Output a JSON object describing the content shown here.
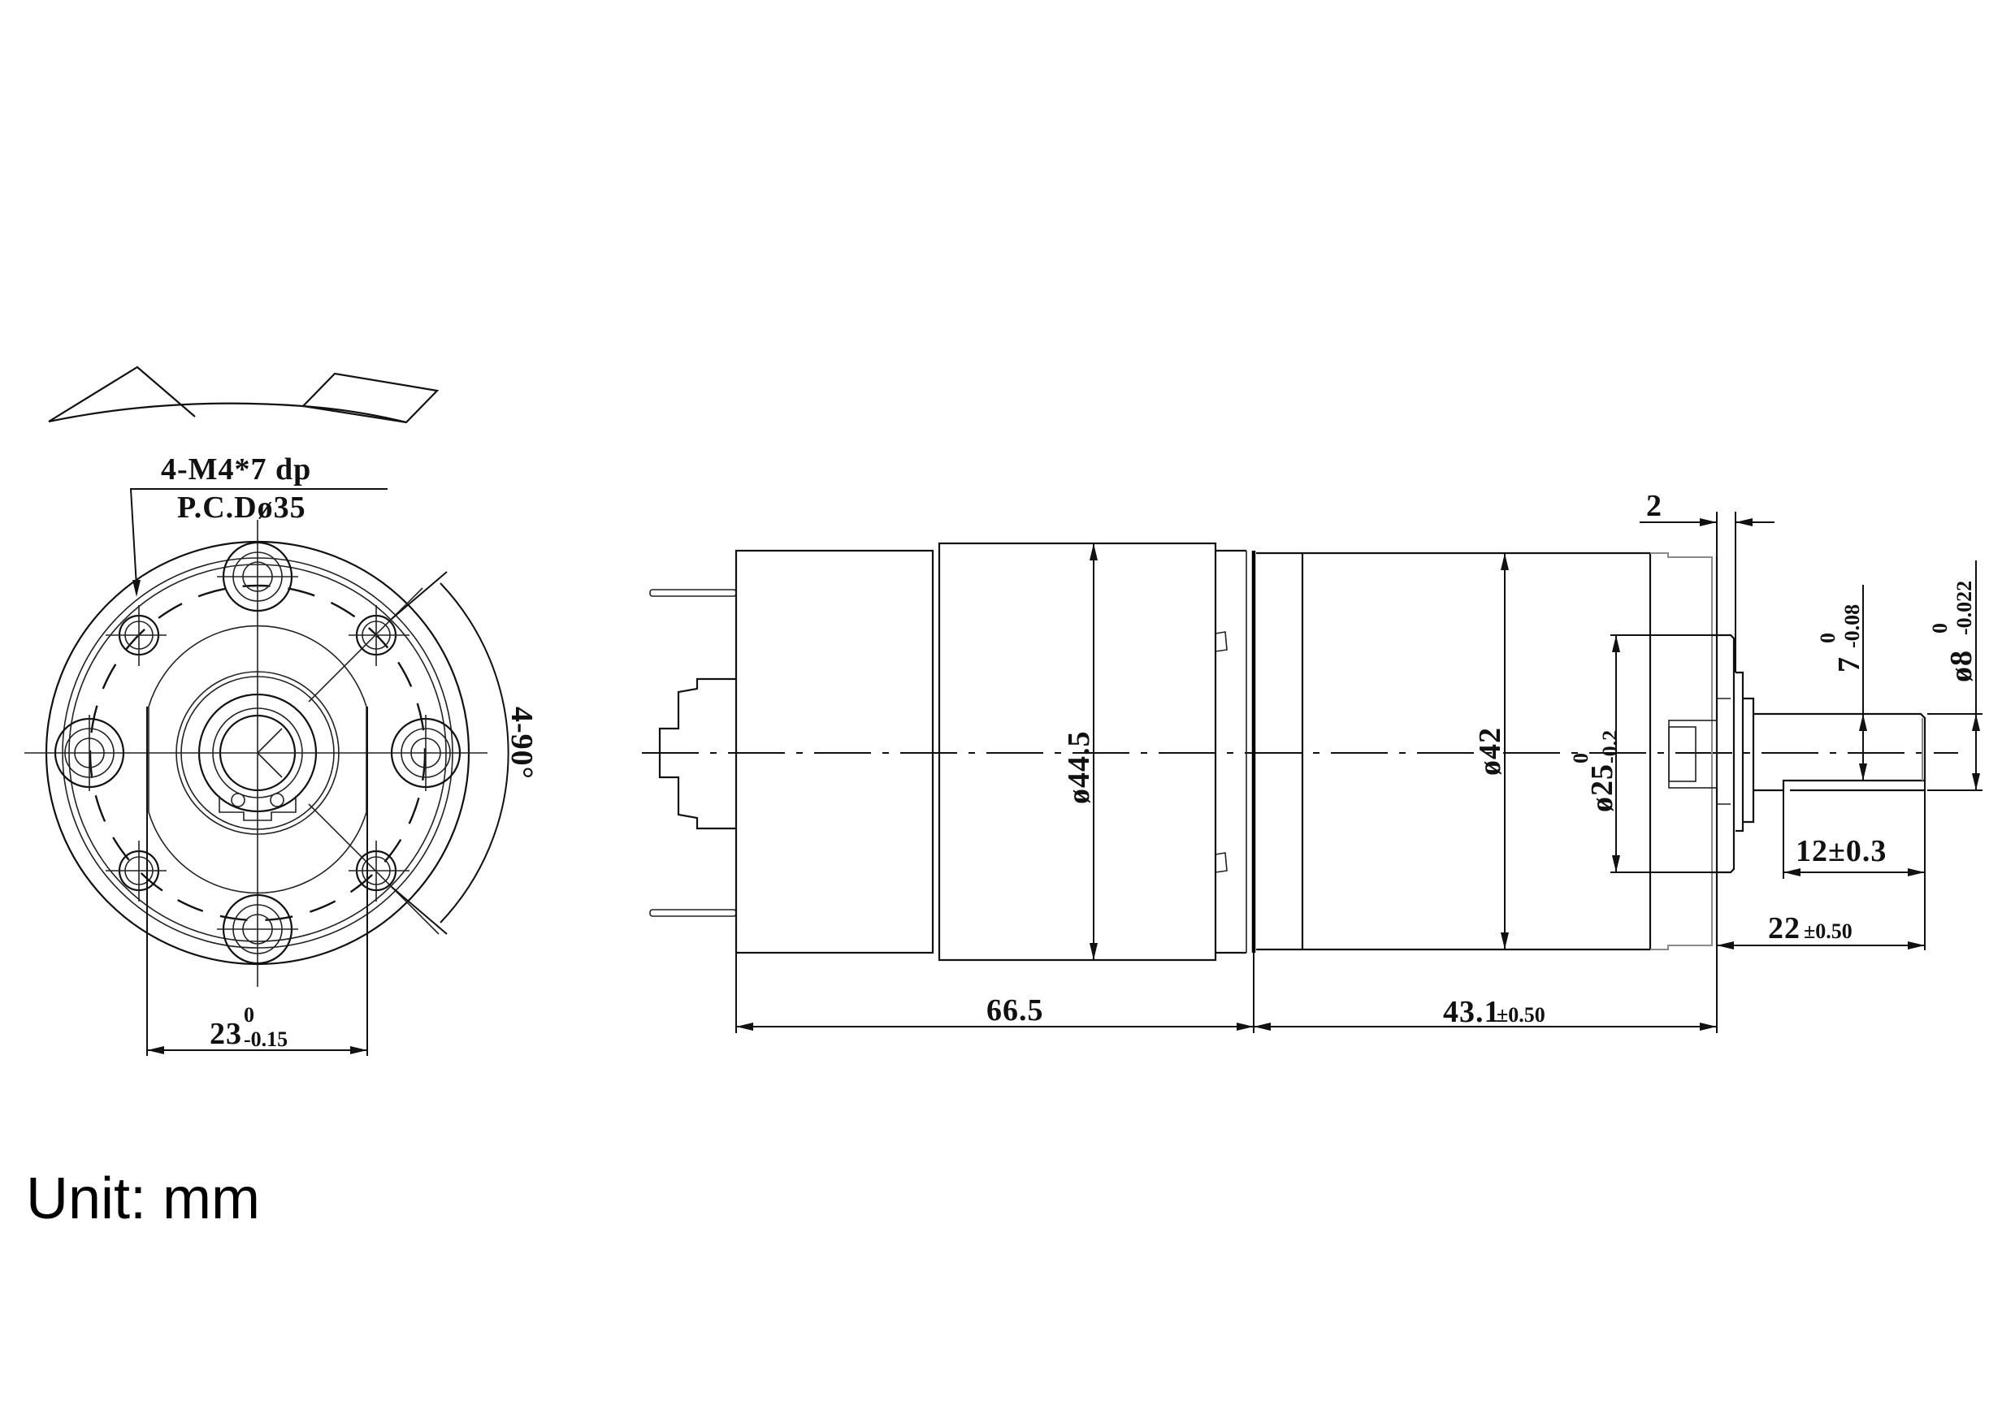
{
  "drawing": {
    "title": "Planetary gear motor dimension drawing",
    "unit_label": "Unit: mm",
    "colors": {
      "line": "#111111",
      "background": "#ffffff",
      "hidden_gray": "#8a8a8a"
    }
  },
  "end_view": {
    "thread_callout": "4-M4*7 dp",
    "pcd_callout": "P.C.Dø35",
    "angle_callout": "4-90°",
    "flat_width": {
      "value": "23",
      "upper_tol": "0",
      "lower_tol": "-0.15"
    }
  },
  "side_view": {
    "motor_diameter": "ø44.5",
    "motor_length": "66.5",
    "gearbox_diameter": "ø42",
    "gearbox_length": {
      "value": "43.1",
      "tol": "±0.50"
    },
    "pilot_diameter": {
      "value": "ø25",
      "upper_tol": "0",
      "lower_tol": "-0.2"
    },
    "flange_thickness": "2",
    "shaft_flat": {
      "value": "7",
      "upper_tol": "0",
      "lower_tol": "-0.08"
    },
    "shaft_diameter": {
      "value": "ø8",
      "upper_tol": "0",
      "lower_tol": "-0.022"
    },
    "flat_length": "12±0.3",
    "shaft_length": {
      "value": "22",
      "tol": "±0.50"
    }
  }
}
